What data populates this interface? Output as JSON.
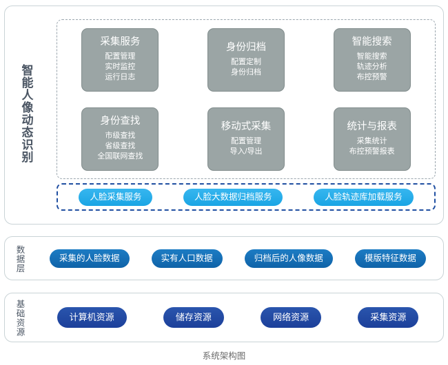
{
  "diagram": {
    "caption": "系统架构图",
    "colors": {
      "panel_border": "#c9d3d6",
      "module_card_fill": "#9ba5a5",
      "module_card_border": "#818c8c",
      "module_group_dash": "#9aa5ad",
      "service_strip_dash": "#1f4ea1",
      "service_pill": "#2caeea",
      "data_pill": "#1272b5",
      "infra_pill": "#1f4ea1",
      "label_text": "#4a5563",
      "caption_text": "#6a6a6a"
    }
  },
  "app_layer": {
    "side_label": "智能人像动态识别",
    "modules": [
      {
        "title": "采集服务",
        "items": [
          "配置管理",
          "实时监控",
          "运行日志"
        ]
      },
      {
        "title": "身份归档",
        "items": [
          "配置定制",
          "身份归档"
        ]
      },
      {
        "title": "智能搜索",
        "items": [
          "智能搜索",
          "轨迹分析",
          "布控预警"
        ]
      },
      {
        "title": "身份查找",
        "items": [
          "市级查找",
          "省级查找",
          "全国联网查找"
        ]
      },
      {
        "title": "移动式采集",
        "items": [
          "配置管理",
          "导入/导出"
        ]
      },
      {
        "title": "统计与报表",
        "items": [
          "采集统计",
          "布控预警报表"
        ]
      }
    ],
    "services": [
      {
        "label": "人脸采集服务"
      },
      {
        "label": "人脸大数据归档服务"
      },
      {
        "label": "人脸轨迹库加载服务"
      }
    ]
  },
  "data_layer": {
    "side_label": "数据层",
    "items": [
      {
        "label": "采集的人脸数据"
      },
      {
        "label": "实有人口数据"
      },
      {
        "label": "归档后的人像数据"
      },
      {
        "label": "模版特征数据"
      }
    ]
  },
  "infra_layer": {
    "side_label": "基础资源",
    "items": [
      {
        "label": "计算机资源"
      },
      {
        "label": "储存资源"
      },
      {
        "label": "网络资源"
      },
      {
        "label": "采集资源"
      }
    ]
  }
}
